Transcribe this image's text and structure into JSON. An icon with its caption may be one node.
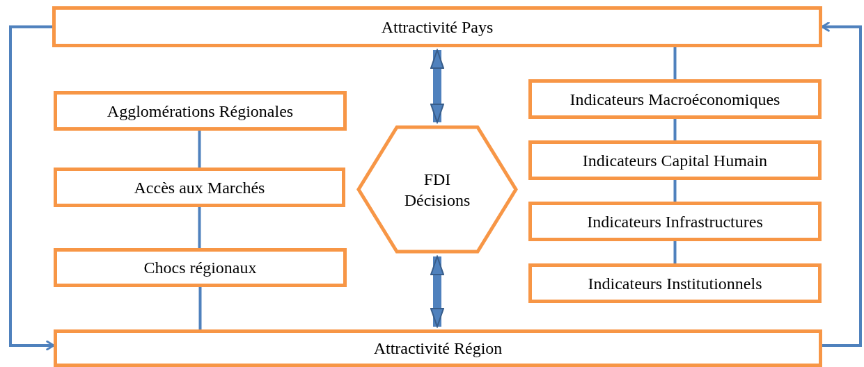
{
  "diagram": {
    "nodes": [
      {
        "text": [
          "Attractivité Pays"
        ]
      },
      {
        "text": [
          "Agglomérations Régionales"
        ]
      },
      {
        "text": [
          "Accès aux Marchés"
        ]
      },
      {
        "text": [
          "Chocs régionaux"
        ]
      },
      {
        "text": [
          "FDI Décisions"
        ]
      },
      {
        "text": [
          "Indicateurs Macroéconomiques"
        ]
      },
      {
        "text": [
          "Indicateurs Capital Humain"
        ]
      },
      {
        "text": [
          "Indicateurs Infrastructures"
        ]
      },
      {
        "text": [
          "Indicateurs Institutionnels"
        ]
      },
      {
        "text": [
          "Attractivité Région"
        ]
      }
    ],
    "edges": [
      {
        "from": 0,
        "to": 9,
        "arrow": "to"
      },
      {
        "from": 9,
        "to": 0,
        "arrow": "to"
      },
      {
        "from": 0,
        "to": 4,
        "arrow": "both",
        "style": "thick"
      },
      {
        "from": 4,
        "to": 9,
        "arrow": "both",
        "style": "thick"
      },
      {
        "from": 1,
        "to": 2,
        "arrow": "none"
      },
      {
        "from": 2,
        "to": 3,
        "arrow": "none"
      },
      {
        "from": 3,
        "to": 9,
        "arrow": "none"
      },
      {
        "from": 0,
        "to": 5,
        "arrow": "none"
      },
      {
        "from": 5,
        "to": 6,
        "arrow": "none"
      },
      {
        "from": 6,
        "to": 7,
        "arrow": "none"
      },
      {
        "from": 7,
        "to": 8,
        "arrow": "none"
      }
    ]
  }
}
